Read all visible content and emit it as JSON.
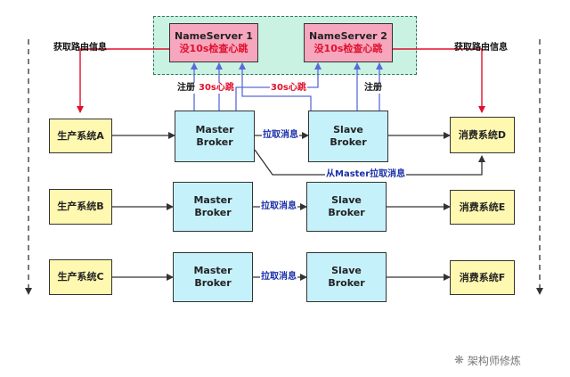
{
  "nameservers": {
    "ns1": {
      "title": "NameServer 1",
      "note": "没10s检查心跳"
    },
    "ns2": {
      "title": "NameServer 2",
      "note": "没10s检查心跳"
    }
  },
  "labels": {
    "route_left": "获取路由信息",
    "route_right": "获取路由信息",
    "register_left": "注册",
    "heartbeat_left": "30s心跳",
    "heartbeat_mid": "30s心跳",
    "register_right": "注册",
    "pull_msg_1": "拉取消息",
    "pull_msg_2": "拉取消息",
    "pull_msg_3": "拉取消息",
    "pull_from_master": "从Master拉取消息"
  },
  "rows": [
    {
      "producer": "生产系统A",
      "master": "Master\nBroker",
      "slave": "Slave\nBroker",
      "consumer": "消费系统D"
    },
    {
      "producer": "生产系统B",
      "master": "Master\nBroker",
      "slave": "Slave\nBroker",
      "consumer": "消费系统E"
    },
    {
      "producer": "生产系统C",
      "master": "Master\nBroker",
      "slave": "Slave\nBroker",
      "consumer": "消费系统F"
    }
  ],
  "watermark": {
    "icon": "wechat-icon",
    "text": "架构师修炼"
  },
  "colors": {
    "arrow_black": "#333333",
    "arrow_red": "#e0102c",
    "arrow_blue": "#5a6bd8",
    "producer_fill": "#fff8b0",
    "broker_fill": "#c5f1fb",
    "nameserver_fill": "#f6a6bd",
    "cluster_fill": "#c9f2e3"
  }
}
